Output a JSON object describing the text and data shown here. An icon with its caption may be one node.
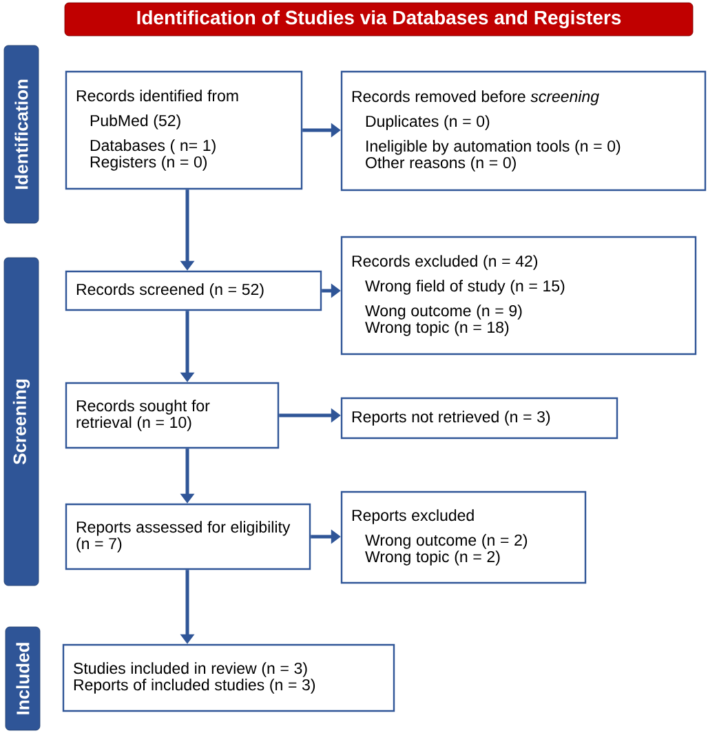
{
  "diagram": {
    "nodes": [
      {
        "text": [
          "Identification of Studies via Databases and Registers"
        ]
      },
      {
        "text": [
          "Identification"
        ]
      },
      {
        "text": [
          "Screening"
        ]
      },
      {
        "text": [
          "Included"
        ]
      },
      {
        "text": [
          "Records identified from",
          "PubMed (52)",
          "Databases ( n= 1)",
          "Registers (n = 0)"
        ]
      },
      {
        "text": [
          "Records removed before *screening*",
          "Duplicates (n = 0)",
          "Ineligible by automation tools (n = 0)",
          "Other reasons (n = 0)"
        ]
      },
      {
        "text": [
          "Records screened (n = 52)"
        ]
      },
      {
        "text": [
          "Records excluded (n = 42)",
          "Wrong field of study (n = 15)",
          "Wong outcome (n = 9)",
          "Wrong topic (n = 18)"
        ]
      },
      {
        "text": [
          "Records sought for retrieval (n = 10)"
        ]
      },
      {
        "text": [
          "Reports not retrieved (n = 3)"
        ]
      },
      {
        "text": [
          "Reports assessed for eligibility (n = 7)"
        ]
      },
      {
        "text": [
          "Reports excluded",
          "Wrong outcome (n = 2)",
          "Wrong topic (n = 2)"
        ]
      },
      {
        "text": [
          "Studies included in review (n = 3)",
          "Reports of included studies (n = 3)"
        ]
      }
    ],
    "edges": [
      {
        "from": 4,
        "to": 5,
        "arrow": "to"
      },
      {
        "from": 4,
        "to": 6,
        "arrow": "to"
      },
      {
        "from": 6,
        "to": 7,
        "arrow": "to"
      },
      {
        "from": 6,
        "to": 8,
        "arrow": "to"
      },
      {
        "from": 8,
        "to": 9,
        "arrow": "to"
      },
      {
        "from": 8,
        "to": 10,
        "arrow": "to"
      },
      {
        "from": 10,
        "to": 11,
        "arrow": "to"
      },
      {
        "from": 10,
        "to": 12,
        "arrow": "to"
      }
    ]
  }
}
